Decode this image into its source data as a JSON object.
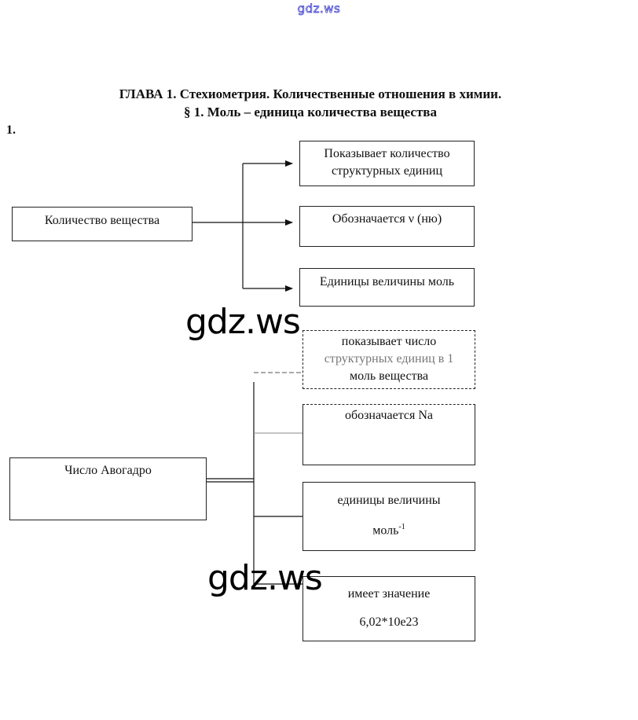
{
  "watermark": {
    "top": "gdz.ws",
    "overlay_1": "gdz.ws",
    "overlay_2": "gdz.ws"
  },
  "header": {
    "chapter": "ГЛАВА 1. Стехиометрия. Количественные отношения в химии.",
    "section": "§ 1.  Моль – единица количества вещества"
  },
  "task_number": "1.",
  "diagram_1": {
    "root": "Количество вещества",
    "children": [
      {
        "line1": "Показывает количество",
        "line2": "структурных единиц"
      },
      {
        "line1": "Обозначается ν (ню)"
      },
      {
        "line1": "Единицы величины моль"
      }
    ]
  },
  "diagram_2": {
    "root": "Число Авогадро",
    "children": [
      {
        "line1": "показывает число",
        "line2": "структурных единиц в 1",
        "line3": "моль вещества"
      },
      {
        "line1": "обозначается Na"
      },
      {
        "line1": "единицы величины",
        "line2": "моль",
        "sup": "-1"
      },
      {
        "line1": "имеет значение",
        "line2": "6,02*10e23"
      }
    ]
  }
}
